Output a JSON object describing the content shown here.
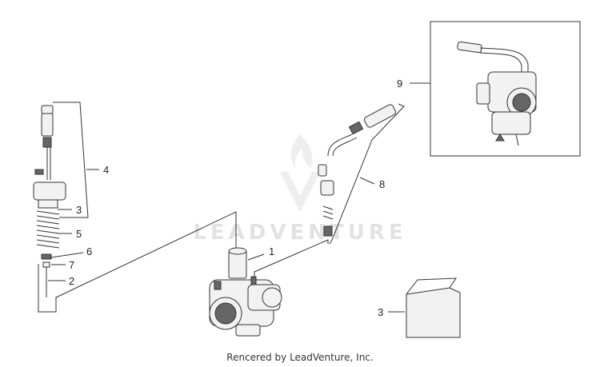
{
  "watermark": {
    "text": "LEADVENTURE"
  },
  "footer": {
    "text": "Rencered by LeadVenture, Inc."
  },
  "callouts": {
    "c1": "1",
    "c2": "2",
    "c3a": "3",
    "c3b": "3",
    "c4": "4",
    "c5": "5",
    "c6": "6",
    "c7": "7",
    "c8": "8",
    "c9": "9"
  }
}
